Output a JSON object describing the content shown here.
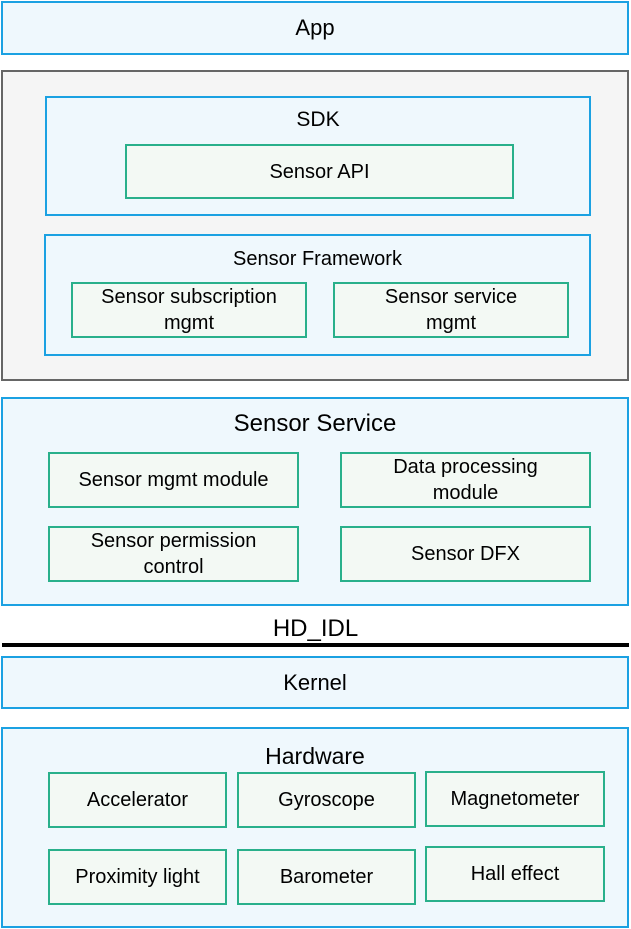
{
  "app": "App",
  "sdk": {
    "title": "SDK",
    "sensor_api": "Sensor API"
  },
  "framework": {
    "title": "Sensor Framework",
    "subscription_mgmt": "Sensor subscription mgmt",
    "service_mgmt": "Sensor service mgmt"
  },
  "service": {
    "title": "Sensor Service",
    "mgmt_module": "Sensor mgmt module",
    "data_processing": "Data processing module",
    "permission_control": "Sensor permission control",
    "dfx": "Sensor DFX"
  },
  "hd_idl": "HD_IDL",
  "kernel": "Kernel",
  "hardware": {
    "title": "Hardware",
    "accelerator": "Accelerator",
    "gyroscope": "Gyroscope",
    "magnetometer": "Magnetometer",
    "proximity_light": "Proximity light",
    "barometer": "Barometer",
    "hall_effect": "Hall effect"
  }
}
